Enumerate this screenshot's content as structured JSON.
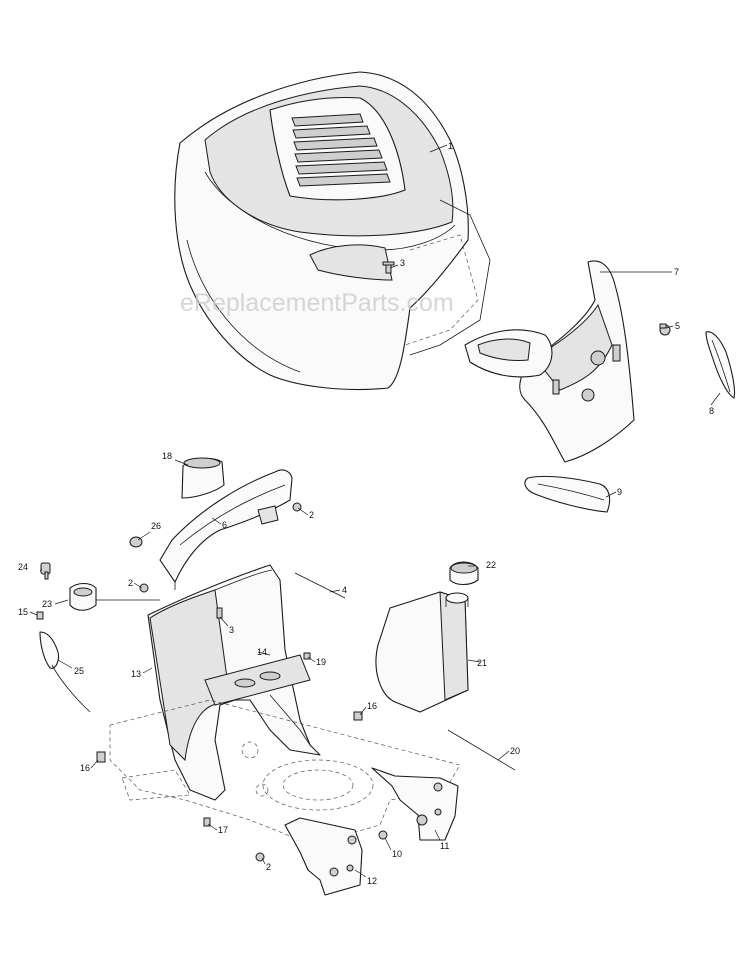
{
  "watermark": "eReplacementParts.com",
  "callouts": [
    {
      "id": "c1",
      "label": "1"
    },
    {
      "id": "c2a",
      "label": "2"
    },
    {
      "id": "c2b",
      "label": "2"
    },
    {
      "id": "c2c",
      "label": "2"
    },
    {
      "id": "c3a",
      "label": "3"
    },
    {
      "id": "c3b",
      "label": "3"
    },
    {
      "id": "c4",
      "label": "4"
    },
    {
      "id": "c5",
      "label": "5"
    },
    {
      "id": "c6",
      "label": "6"
    },
    {
      "id": "c7",
      "label": "7"
    },
    {
      "id": "c8",
      "label": "8"
    },
    {
      "id": "c9",
      "label": "9"
    },
    {
      "id": "c10",
      "label": "10"
    },
    {
      "id": "c11",
      "label": "11"
    },
    {
      "id": "c12",
      "label": "12"
    },
    {
      "id": "c13",
      "label": "13"
    },
    {
      "id": "c14",
      "label": "14"
    },
    {
      "id": "c15",
      "label": "15"
    },
    {
      "id": "c16a",
      "label": "16"
    },
    {
      "id": "c16b",
      "label": "16"
    },
    {
      "id": "c17",
      "label": "17"
    },
    {
      "id": "c18",
      "label": "18"
    },
    {
      "id": "c19",
      "label": "19"
    },
    {
      "id": "c20",
      "label": "20"
    },
    {
      "id": "c21",
      "label": "21"
    },
    {
      "id": "c22",
      "label": "22"
    },
    {
      "id": "c23",
      "label": "23"
    },
    {
      "id": "c24",
      "label": "24"
    },
    {
      "id": "c25",
      "label": "25"
    },
    {
      "id": "c26",
      "label": "26"
    }
  ]
}
